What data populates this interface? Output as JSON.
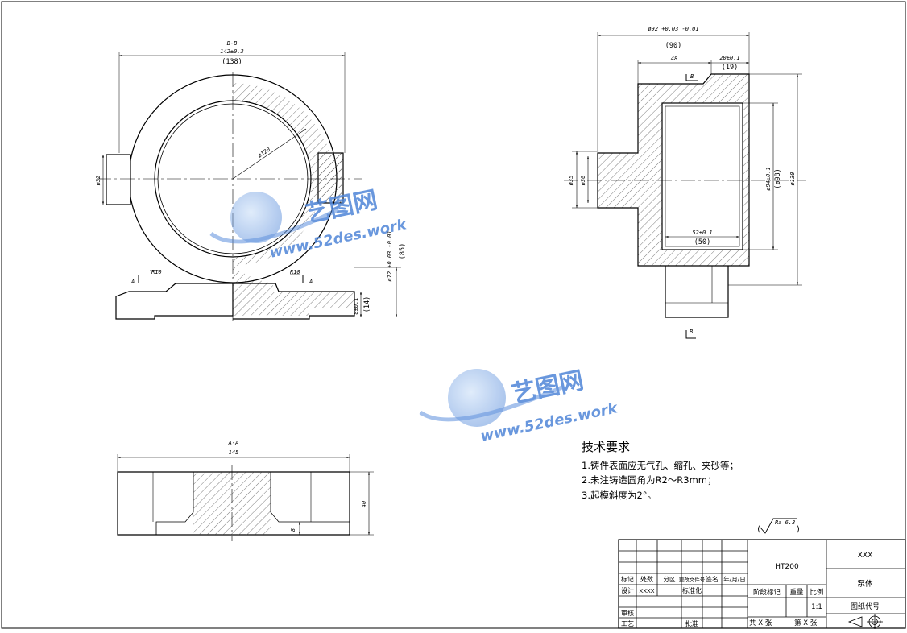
{
  "drawing": {
    "section_labels": {
      "bb": "B-B",
      "aa": "A-A"
    },
    "view_markers": {
      "a": "A",
      "b": "B"
    },
    "dims": {
      "bb_width": "142±0.3",
      "bb_width_ref": "(138)",
      "bb_d32": "ø32",
      "bb_d120": "ø120",
      "bb_d72": "ø72 +0.03 -0.01",
      "bb_r10_left": "R10",
      "bb_r10_right": "R10",
      "bb_85": "(85)",
      "bb_8": "8±0.1",
      "bb_14": "(14)",
      "right_top": "ø92 +0.03 -0.01",
      "right_top_ref": "(90)",
      "right_48": "48",
      "right_20": "20±0.1",
      "right_19": "(19)",
      "right_d35": "ø35",
      "right_d30": "ø30",
      "right_d94": "ø94±0.1",
      "right_d98": "(ø98)",
      "right_d130": "ø130",
      "right_52": "52±0.1",
      "right_50": "(50)",
      "aa_width": "145",
      "aa_40": "40",
      "aa_8": "8",
      "surface_finish": "Ra 6.3"
    }
  },
  "tech_req": {
    "title": "技术要求",
    "items": [
      "1.铸件表面应无气孔、缩孔、夹砂等；",
      "2.未注铸造圆角为R2～R3mm；",
      "3.起模斜度为2°。"
    ]
  },
  "title_block": {
    "material": "HT200",
    "company": "XXX",
    "part_name": "泵体",
    "drawing_no_label": "图纸代号",
    "scale_label": "比例",
    "scale": "1:1",
    "weight_label": "重量",
    "stage_label": "阶段标记",
    "row_mark": [
      "标记",
      "处数",
      "分区",
      "更改文件号",
      "签名",
      "年/月/日"
    ],
    "design_label": "设计",
    "design_value": "XXXX",
    "standard_label": "标准化",
    "review_label": "审核",
    "process_label": "工艺",
    "approve_label": "批准",
    "sheets_total": "共  X  张",
    "sheet_no": "第  X  张"
  },
  "watermark": {
    "brand": "艺图网",
    "url": "www.52des.work"
  },
  "colors": {
    "line": "#000000",
    "hatch": "#444444",
    "watermark": "#4f86d8"
  }
}
